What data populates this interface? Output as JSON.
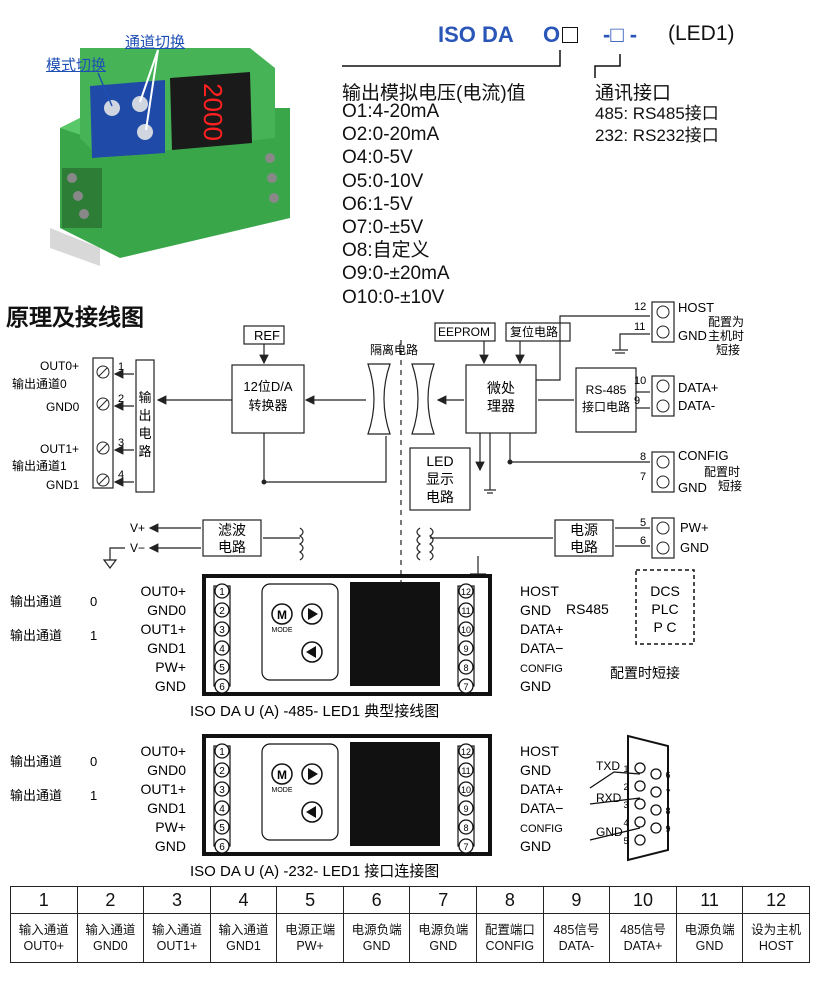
{
  "photo": {
    "label_mode_switch": "模式切换",
    "label_channel_switch": "通道切换",
    "display_digits": "2000"
  },
  "model": {
    "prefix": "ISO DA",
    "output_code": "O",
    "comm_code": "-□ -",
    "suffix": "(LED1)"
  },
  "output_options": {
    "heading": "输出模拟电压(电流)值",
    "items": [
      "O1:4-20mA",
      "O2:0-20mA",
      "O4:0-5V",
      "O5:0-10V",
      "O6:1-5V",
      "O7:0-±5V",
      "O8:自定义",
      "O9:0-±20mA",
      "O10:0-±10V"
    ]
  },
  "comm_options": {
    "heading": "通讯接口",
    "items": [
      "485: RS485接口",
      "232: RS232接口"
    ]
  },
  "schematic": {
    "title": "原理及接线图",
    "ref": "REF",
    "dac": [
      "12位D/A",
      "转换器"
    ],
    "output_circuit": [
      "输",
      "出",
      "电",
      "路"
    ],
    "isolation": "隔离电路",
    "eeprom": "EEPROM",
    "reset": "复位电路",
    "mcu": [
      "微处",
      "理器"
    ],
    "rs485_circuit": [
      "RS-485",
      "接口电路"
    ],
    "led_display": [
      "LED",
      "显示",
      "电路"
    ],
    "filter": [
      "滤波",
      "电路"
    ],
    "power_circuit": [
      "电源",
      "电路"
    ],
    "v_plus": "V+",
    "v_minus": "V−",
    "left_terminals": [
      {
        "label": "OUT0+",
        "num": "1"
      },
      {
        "label": "GND0",
        "num": "2"
      },
      {
        "label": "OUT1+",
        "num": "3"
      },
      {
        "label": "GND1",
        "num": "4"
      }
    ],
    "ch0_label": "输出通道0",
    "ch1_label": "输出通道1",
    "right_terminals": [
      {
        "num": "12",
        "label": "HOST"
      },
      {
        "num": "11",
        "label": "GND"
      },
      {
        "num": "10",
        "label": "DATA+"
      },
      {
        "num": "9",
        "label": "DATA-"
      },
      {
        "num": "8",
        "label": "CONFIG"
      },
      {
        "num": "7",
        "label": "GND"
      },
      {
        "num": "5",
        "label": "PW+"
      },
      {
        "num": "6",
        "label": "GND"
      }
    ],
    "host_note": [
      "配置为",
      "主机时",
      "短接"
    ],
    "config_note": [
      "配置时",
      "短接"
    ]
  },
  "wiring_485": {
    "left_pins": [
      {
        "label": "OUT0+",
        "num": "1"
      },
      {
        "label": "GND0",
        "num": "2"
      },
      {
        "label": "OUT1+",
        "num": "3"
      },
      {
        "label": "GND1",
        "num": "4"
      },
      {
        "label": "PW+",
        "num": "5"
      },
      {
        "label": "GND",
        "num": "6"
      }
    ],
    "right_pins": [
      {
        "num": "12",
        "label": "HOST"
      },
      {
        "num": "11",
        "label": "GND"
      },
      {
        "num": "10",
        "label": "DATA+"
      },
      {
        "num": "9",
        "label": "DATA−"
      },
      {
        "num": "8",
        "label": "CONFIG"
      },
      {
        "num": "7",
        "label": "GND"
      }
    ],
    "ch_label": "输出通道",
    "ch0": "0",
    "ch1": "1",
    "mode": "MODE",
    "rs485": "RS485",
    "dcs": [
      "DCS",
      "PLC",
      "P   C"
    ],
    "config_short": "配置时短接",
    "caption": "ISO DA  U (A) -485- LED1  典型接线图"
  },
  "wiring_232": {
    "caption": "ISO DA  U (A) -232- LED1  接口连接图",
    "right_pins": [
      {
        "num": "12",
        "label": "HOST"
      },
      {
        "num": "11",
        "label": "GND"
      },
      {
        "num": "10",
        "label": "DATA+"
      },
      {
        "num": "9",
        "label": "DATA−"
      },
      {
        "num": "8",
        "label": "CONFIG"
      },
      {
        "num": "7",
        "label": "GND"
      }
    ],
    "txd": "TXD",
    "rxd": "RXD",
    "gnd": "GND",
    "db9_pins": [
      "1",
      "2",
      "3",
      "4",
      "5",
      "6",
      "7",
      "8",
      "9"
    ]
  },
  "pin_table": {
    "numbers": [
      "1",
      "2",
      "3",
      "4",
      "5",
      "6",
      "7",
      "8",
      "9",
      "10",
      "11",
      "12"
    ],
    "desc": [
      [
        "输入通道",
        "OUT0+"
      ],
      [
        "输入通道",
        "GND0"
      ],
      [
        "输入通道",
        "OUT1+"
      ],
      [
        "输入通道",
        "GND1"
      ],
      [
        "电源正端",
        "PW+"
      ],
      [
        "电源负端",
        "GND"
      ],
      [
        "电源负端",
        "GND"
      ],
      [
        "配置端口",
        "CONFIG"
      ],
      [
        "485信号",
        "DATA-"
      ],
      [
        "485信号",
        "DATA+"
      ],
      [
        "电源负端",
        "GND"
      ],
      [
        "设为主机",
        "HOST"
      ]
    ]
  }
}
